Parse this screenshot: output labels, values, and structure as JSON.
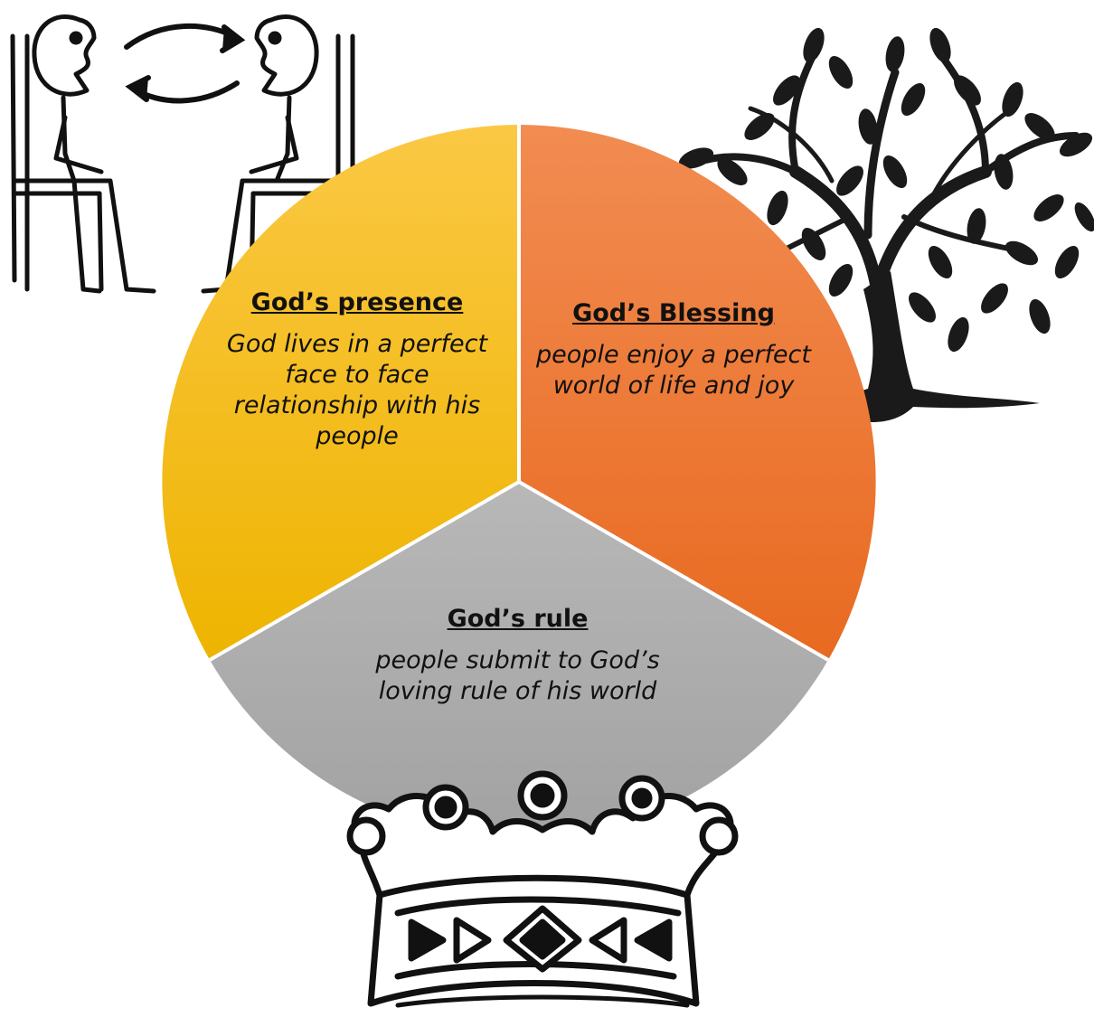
{
  "diagram": {
    "segments": [
      {
        "id": "presence",
        "title": "God’s presence",
        "body": "God lives in a perfect face to face relationship with his people",
        "color_top": "#FBC844",
        "color_bottom": "#EEB400"
      },
      {
        "id": "blessing",
        "title": "God’s Blessing",
        "body": "people enjoy a perfect world of life and joy",
        "color_top": "#F28C52",
        "color_bottom": "#E86A20"
      },
      {
        "id": "rule",
        "title": "God’s rule",
        "body": "people submit to God’s loving rule of his world",
        "color_top": "#B8B8B8",
        "color_bottom": "#A2A2A2"
      }
    ],
    "illustrations": [
      {
        "id": "two-people-talking",
        "icon": "people-conversation-icon"
      },
      {
        "id": "tree",
        "icon": "tree-icon"
      },
      {
        "id": "crown",
        "icon": "crown-icon"
      }
    ]
  }
}
